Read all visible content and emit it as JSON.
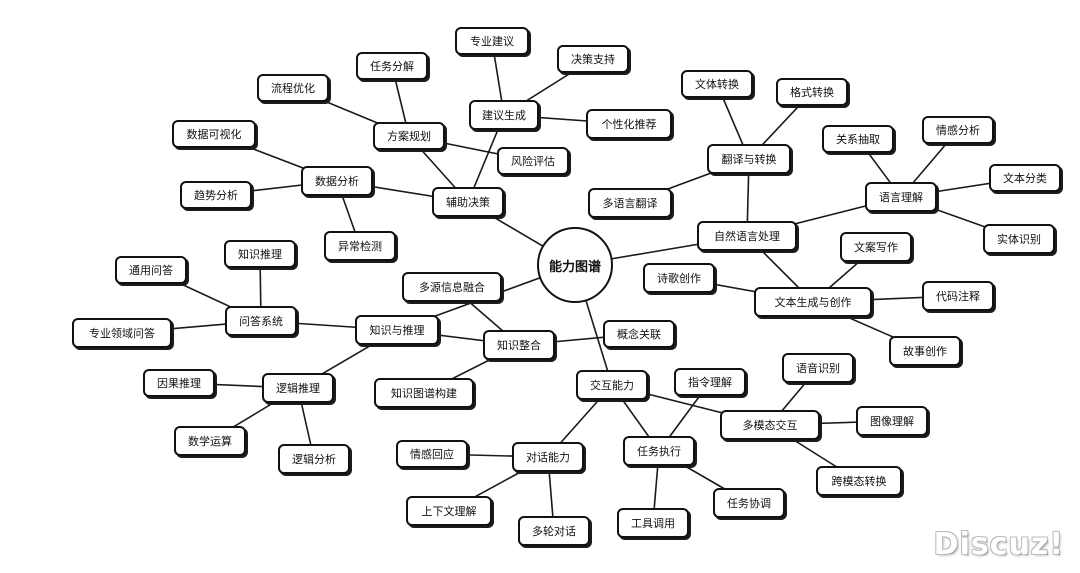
{
  "root": {
    "id": "root",
    "label": "能力图谱"
  },
  "nodes": [
    {
      "id": "assist",
      "label": "辅助决策",
      "parent": "root"
    },
    {
      "id": "advice",
      "label": "建议生成",
      "parent": "assist"
    },
    {
      "id": "pro_advice",
      "label": "专业建议",
      "parent": "advice"
    },
    {
      "id": "decision_support",
      "label": "决策支持",
      "parent": "advice"
    },
    {
      "id": "personal_rec",
      "label": "个性化推荐",
      "parent": "advice"
    },
    {
      "id": "plan",
      "label": "方案规划",
      "parent": "assist"
    },
    {
      "id": "task_decomp",
      "label": "任务分解",
      "parent": "plan"
    },
    {
      "id": "process_opt",
      "label": "流程优化",
      "parent": "plan"
    },
    {
      "id": "risk",
      "label": "风险评估",
      "parent": "plan"
    },
    {
      "id": "analysis",
      "label": "数据分析",
      "parent": "assist"
    },
    {
      "id": "visual",
      "label": "数据可视化",
      "parent": "analysis"
    },
    {
      "id": "trend",
      "label": "趋势分析",
      "parent": "analysis"
    },
    {
      "id": "anomaly",
      "label": "异常检测",
      "parent": "analysis"
    },
    {
      "id": "nlp",
      "label": "自然语言处理",
      "parent": "root"
    },
    {
      "id": "translate",
      "label": "翻译与转换",
      "parent": "nlp"
    },
    {
      "id": "text_conv",
      "label": "文体转换",
      "parent": "translate"
    },
    {
      "id": "format_conv",
      "label": "格式转换",
      "parent": "translate"
    },
    {
      "id": "multi_lang",
      "label": "多语言翻译",
      "parent": "translate"
    },
    {
      "id": "understand",
      "label": "语言理解",
      "parent": "nlp"
    },
    {
      "id": "relation",
      "label": "关系抽取",
      "parent": "understand"
    },
    {
      "id": "sentiment",
      "label": "情感分析",
      "parent": "understand"
    },
    {
      "id": "classify",
      "label": "文本分类",
      "parent": "understand"
    },
    {
      "id": "entity",
      "label": "实体识别",
      "parent": "understand"
    },
    {
      "id": "generate",
      "label": "文本生成与创作",
      "parent": "nlp"
    },
    {
      "id": "copywrite",
      "label": "文案写作",
      "parent": "generate"
    },
    {
      "id": "poetry",
      "label": "诗歌创作",
      "parent": "generate"
    },
    {
      "id": "code_comment",
      "label": "代码注释",
      "parent": "generate"
    },
    {
      "id": "story",
      "label": "故事创作",
      "parent": "generate"
    },
    {
      "id": "knowledge",
      "label": "知识与推理",
      "parent": "root"
    },
    {
      "id": "qa",
      "label": "问答系统",
      "parent": "knowledge"
    },
    {
      "id": "k_reason",
      "label": "知识推理",
      "parent": "qa"
    },
    {
      "id": "general_qa",
      "label": "通用问答",
      "parent": "qa"
    },
    {
      "id": "domain_qa",
      "label": "专业领域问答",
      "parent": "qa"
    },
    {
      "id": "logic",
      "label": "逻辑推理",
      "parent": "knowledge"
    },
    {
      "id": "causal",
      "label": "因果推理",
      "parent": "logic"
    },
    {
      "id": "math",
      "label": "数学运算",
      "parent": "logic"
    },
    {
      "id": "logic_analysis",
      "label": "逻辑分析",
      "parent": "logic"
    },
    {
      "id": "integrate",
      "label": "知识整合",
      "parent": "knowledge"
    },
    {
      "id": "fusion",
      "label": "多源信息融合",
      "parent": "integrate"
    },
    {
      "id": "concept",
      "label": "概念关联",
      "parent": "integrate"
    },
    {
      "id": "kg_build",
      "label": "知识图谱构建",
      "parent": "integrate"
    },
    {
      "id": "interact",
      "label": "交互能力",
      "parent": "root"
    },
    {
      "id": "dialog",
      "label": "对话能力",
      "parent": "interact"
    },
    {
      "id": "emotion_resp",
      "label": "情感回应",
      "parent": "dialog"
    },
    {
      "id": "context",
      "label": "上下文理解",
      "parent": "dialog"
    },
    {
      "id": "multi_turn",
      "label": "多轮对话",
      "parent": "dialog"
    },
    {
      "id": "task_exec",
      "label": "任务执行",
      "parent": "interact"
    },
    {
      "id": "instruction",
      "label": "指令理解",
      "parent": "task_exec"
    },
    {
      "id": "tool_call",
      "label": "工具调用",
      "parent": "task_exec"
    },
    {
      "id": "task_coord",
      "label": "任务协调",
      "parent": "task_exec"
    },
    {
      "id": "multimodal",
      "label": "多模态交互",
      "parent": "interact"
    },
    {
      "id": "speech",
      "label": "语音识别",
      "parent": "multimodal"
    },
    {
      "id": "image",
      "label": "图像理解",
      "parent": "multimodal"
    },
    {
      "id": "cross_modal",
      "label": "跨模态转换",
      "parent": "multimodal"
    }
  ],
  "watermark": "Discuz!"
}
